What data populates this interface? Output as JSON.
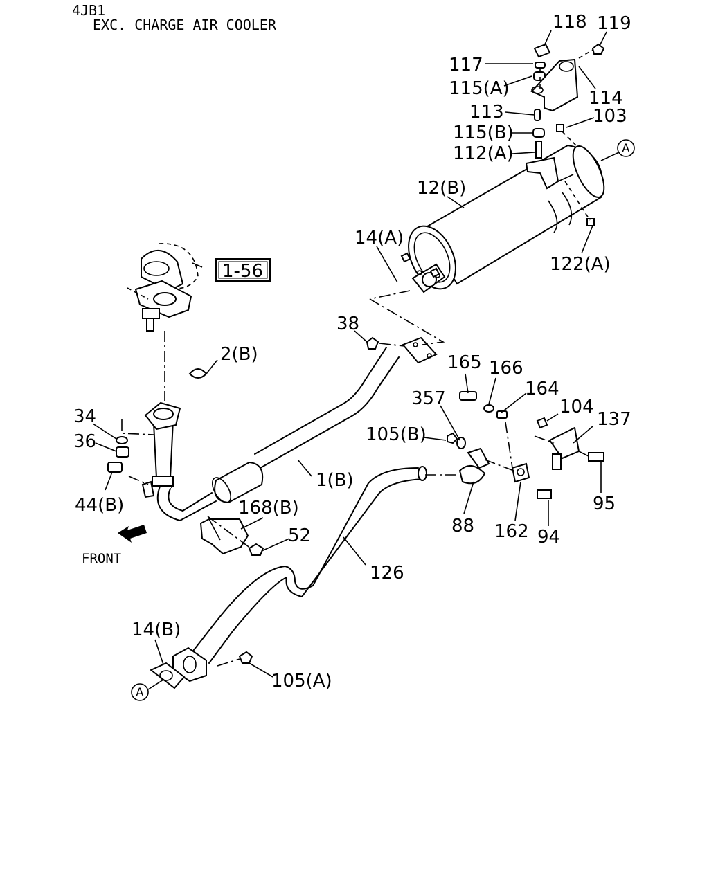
{
  "header": {
    "engine": "4JB1",
    "variant": "EXC. CHARGE AIR COOLER"
  },
  "front_label": "FRONT",
  "ref_box": "1-56",
  "connector_mark": "A",
  "callouts": {
    "p118": "118",
    "p119": "119",
    "p117": "117",
    "p115a": "115(A)",
    "p114": "114",
    "p113": "113",
    "p103": "103",
    "p115b": "115(B)",
    "p112a": "112(A)",
    "p12b": "12(B)",
    "p14a": "14(A)",
    "p122a": "122(A)",
    "p38": "38",
    "p2b": "2(B)",
    "p165": "165",
    "p166": "166",
    "p164": "164",
    "p357": "357",
    "p104": "104",
    "p137": "137",
    "p34": "34",
    "p36": "36",
    "p105b": "105(B)",
    "p1b": "1(B)",
    "p44b": "44(B)",
    "p168b": "168(B)",
    "p52": "52",
    "p88": "88",
    "p162": "162",
    "p94": "94",
    "p95": "95",
    "p126": "126",
    "p14b": "14(B)",
    "p105a": "105(A)"
  }
}
